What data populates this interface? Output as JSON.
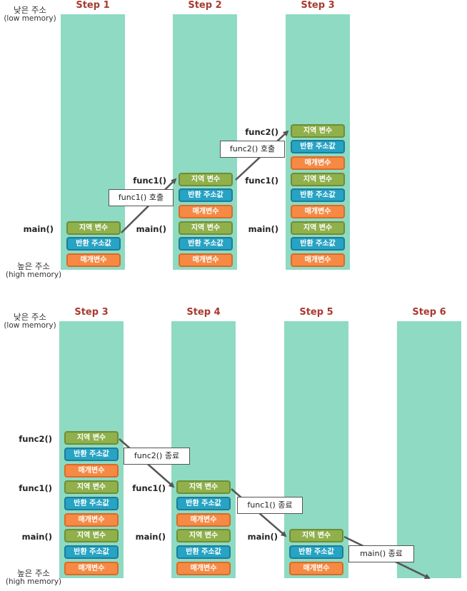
{
  "memory_labels": {
    "low": "낮은 주소",
    "low_en": "(low memory)",
    "high": "높은 주소",
    "high_en": "(high memory)"
  },
  "frame_blocks": {
    "local": "지역 변수",
    "ret": "반환 주소값",
    "param": "매개변수"
  },
  "functions": {
    "main": "main()",
    "func1": "func1()",
    "func2": "func2()"
  },
  "top": {
    "steps": [
      "Step 1",
      "Step 2",
      "Step 3"
    ],
    "notes": {
      "call_func1": "func1() 호출",
      "call_func2": "func2() 호출"
    }
  },
  "bottom": {
    "steps": [
      "Step 3",
      "Step 4",
      "Step 5",
      "Step 6"
    ],
    "notes": {
      "end_func2": "func2() 종료",
      "end_func1": "func1() 종료",
      "end_main": "main() 종료"
    }
  },
  "colors": {
    "stack": "#8edac3",
    "local": "#8fb04b",
    "ret": "#27a3c4",
    "param": "#f68a45",
    "step_title": "#a83a2f",
    "arrow": "#555555"
  }
}
